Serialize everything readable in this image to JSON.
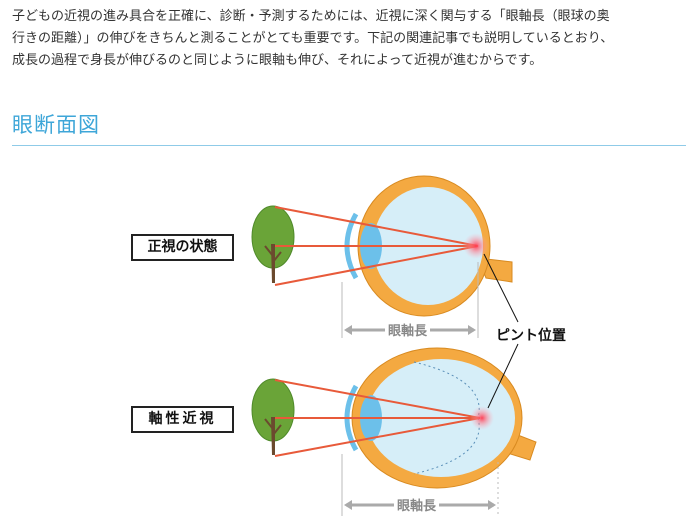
{
  "intro": {
    "line1": "子どもの近視の進み具合を正確に、診断・予測するためには、近視に深く関与する「眼軸長（眼球の奥",
    "line2": "行きの距離）」の伸びをきちんと測ることがとても重要です。下記の関連記事でも説明しているとおり、",
    "line3": "成長の過程で身長が伸びるのと同じように眼軸も伸び、それによって近視が進むからです。"
  },
  "section": {
    "title": "眼断面図"
  },
  "diagram": {
    "normal_label": "正視の状態",
    "myopia_label": "軸性近視",
    "focus_label": "ピント位置",
    "axial_label_top": "眼軸長",
    "axial_label_bottom": "眼軸長"
  },
  "colors": {
    "accent": "#3ea6d8",
    "sclera": "#f0a030",
    "eye_fill": "#d6eef8",
    "lens": "#6cc0ea",
    "ray": "#e85a3a",
    "tree": "#6aa438",
    "trunk": "#6b4a2e"
  }
}
